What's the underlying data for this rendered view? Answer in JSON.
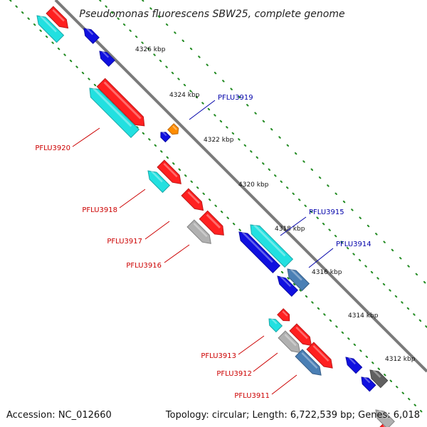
{
  "title": "Pseudomonas fluorescens SBW25, complete genome",
  "ticks": [
    "4326 kbp",
    "4324 kbp",
    "4322 kbp",
    "4320 kbp",
    "4318 kbp",
    "4316 kbp",
    "4314 kbp",
    "4312 kbp"
  ],
  "labels": {
    "PFLU3919": "PFLU3919",
    "PFLU3920": "PFLU3920",
    "PFLU3918": "PFLU3918",
    "PFLU3917": "PFLU3917",
    "PFLU3916": "PFLU3916",
    "PFLU3915": "PFLU3915",
    "PFLU3914": "PFLU3914",
    "PFLU3913": "PFLU3913",
    "PFLU3912": "PFLU3912",
    "PFLU3911": "PFLU3911"
  },
  "footer": {
    "accession": "Accession: NC_012660",
    "topology": "Topology: circular; Length: 6,722,539 bp; Genes: 6,018"
  },
  "colors": {
    "backbone": "#808080",
    "forward_cds": "#ff2020",
    "reverse_cds": "#1010e0",
    "light_cyan": "#22e0e0",
    "steel_blue": "#4a7fb5",
    "grey": "#b0b0b0",
    "dark_grey": "#606060",
    "orange": "#ff8c00",
    "ring_dots": "#228b22",
    "label_red": "#cc0000",
    "label_blue": "#0000aa"
  }
}
